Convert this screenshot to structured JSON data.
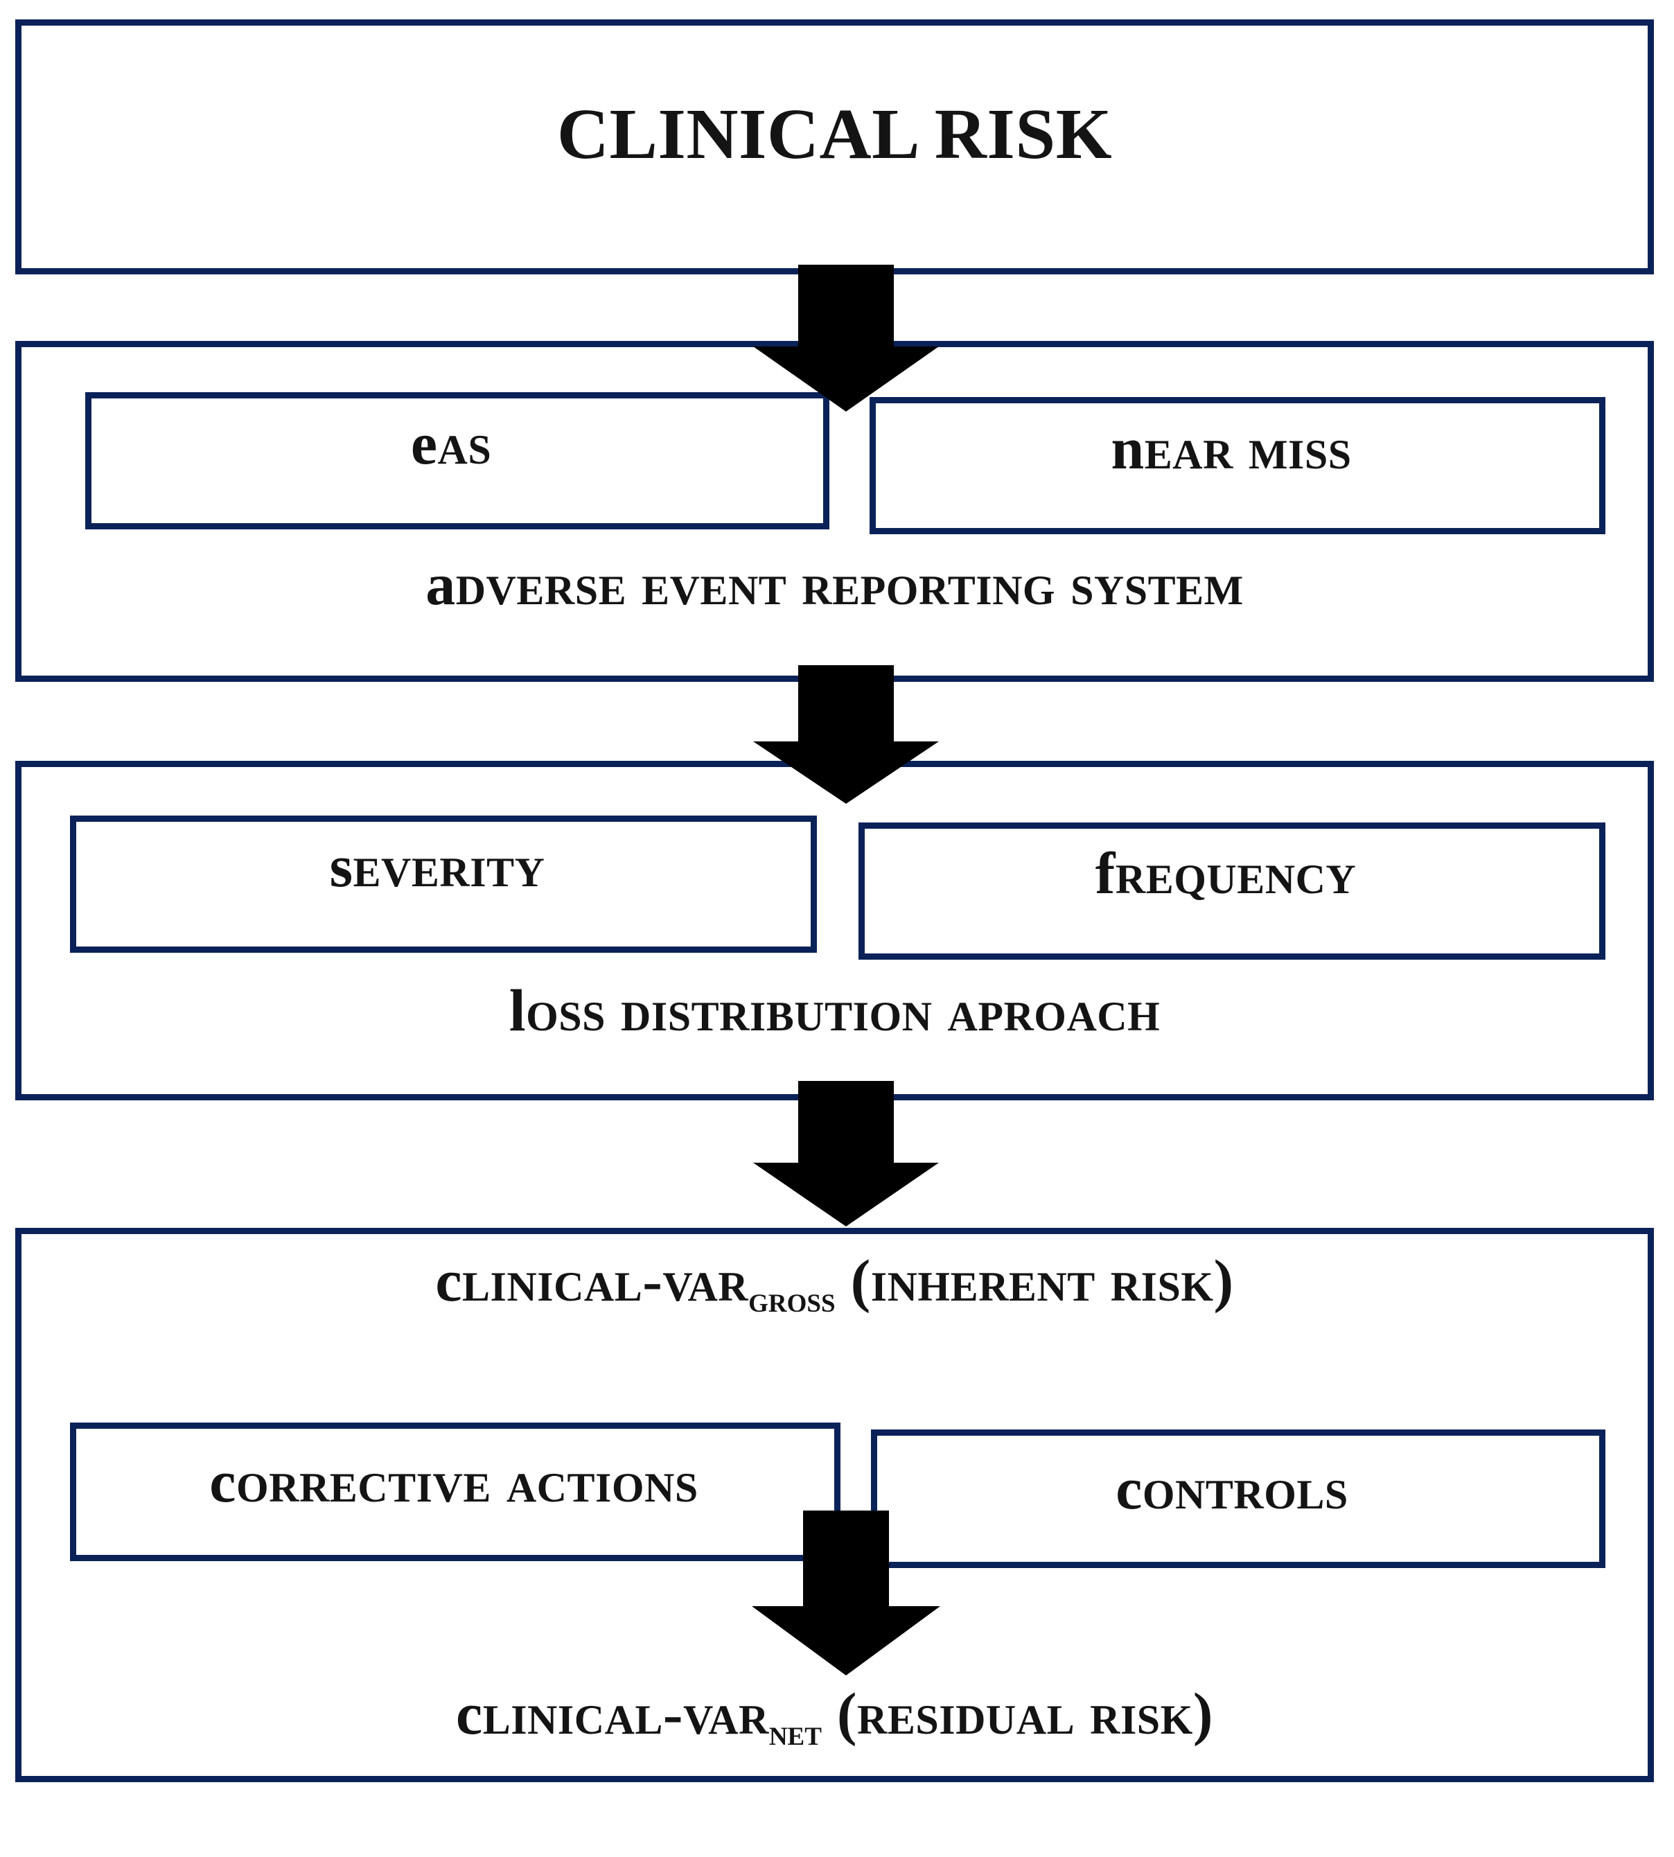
{
  "diagram": {
    "title": "Clinical Risk Management Flow",
    "type": "flowchart",
    "accent_color": "#0b2259",
    "text_color": "#141414",
    "background": "#ffffff",
    "arrow_color": "#000000"
  },
  "blocks": [
    {
      "id": "clinical-risk",
      "title": "CLINICAL RISK",
      "children": []
    },
    {
      "id": "adverse-event-reporting-system",
      "title": "Adverse Event Reporting System",
      "children": [
        {
          "id": "eas",
          "label": "EAs"
        },
        {
          "id": "near-miss",
          "label": "Near Miss"
        }
      ]
    },
    {
      "id": "loss-distribution-aproach",
      "title": "Loss Distribution Aproach",
      "children": [
        {
          "id": "severity",
          "label": "Severity"
        },
        {
          "id": "frequency",
          "label": "Frequency"
        }
      ]
    },
    {
      "id": "clinical-var",
      "gross_prefix": "Clinical-VaR",
      "gross_subscript": "Gross",
      "gross_suffix": " (Inherent Risk)",
      "net_prefix": "Clinical-VaR",
      "net_subscript": "Net",
      "net_suffix": "  (Residual Risk)",
      "children": [
        {
          "id": "corrective-actions",
          "label": "Corrective Actions"
        },
        {
          "id": "controls",
          "label": "Controls"
        }
      ]
    }
  ],
  "arrows": [
    {
      "id": "arrow-risk-to-aers",
      "from": "clinical-risk",
      "to": "adverse-event-reporting-system",
      "direction": "down"
    },
    {
      "id": "arrow-aers-to-lda",
      "from": "adverse-event-reporting-system",
      "to": "loss-distribution-aproach",
      "direction": "down"
    },
    {
      "id": "arrow-lda-to-var-gross",
      "from": "loss-distribution-aproach",
      "to": "clinical-var",
      "direction": "down"
    },
    {
      "id": "arrow-gross-to-net",
      "from": "clinical-var-gross",
      "to": "clinical-var-net",
      "direction": "down"
    }
  ]
}
